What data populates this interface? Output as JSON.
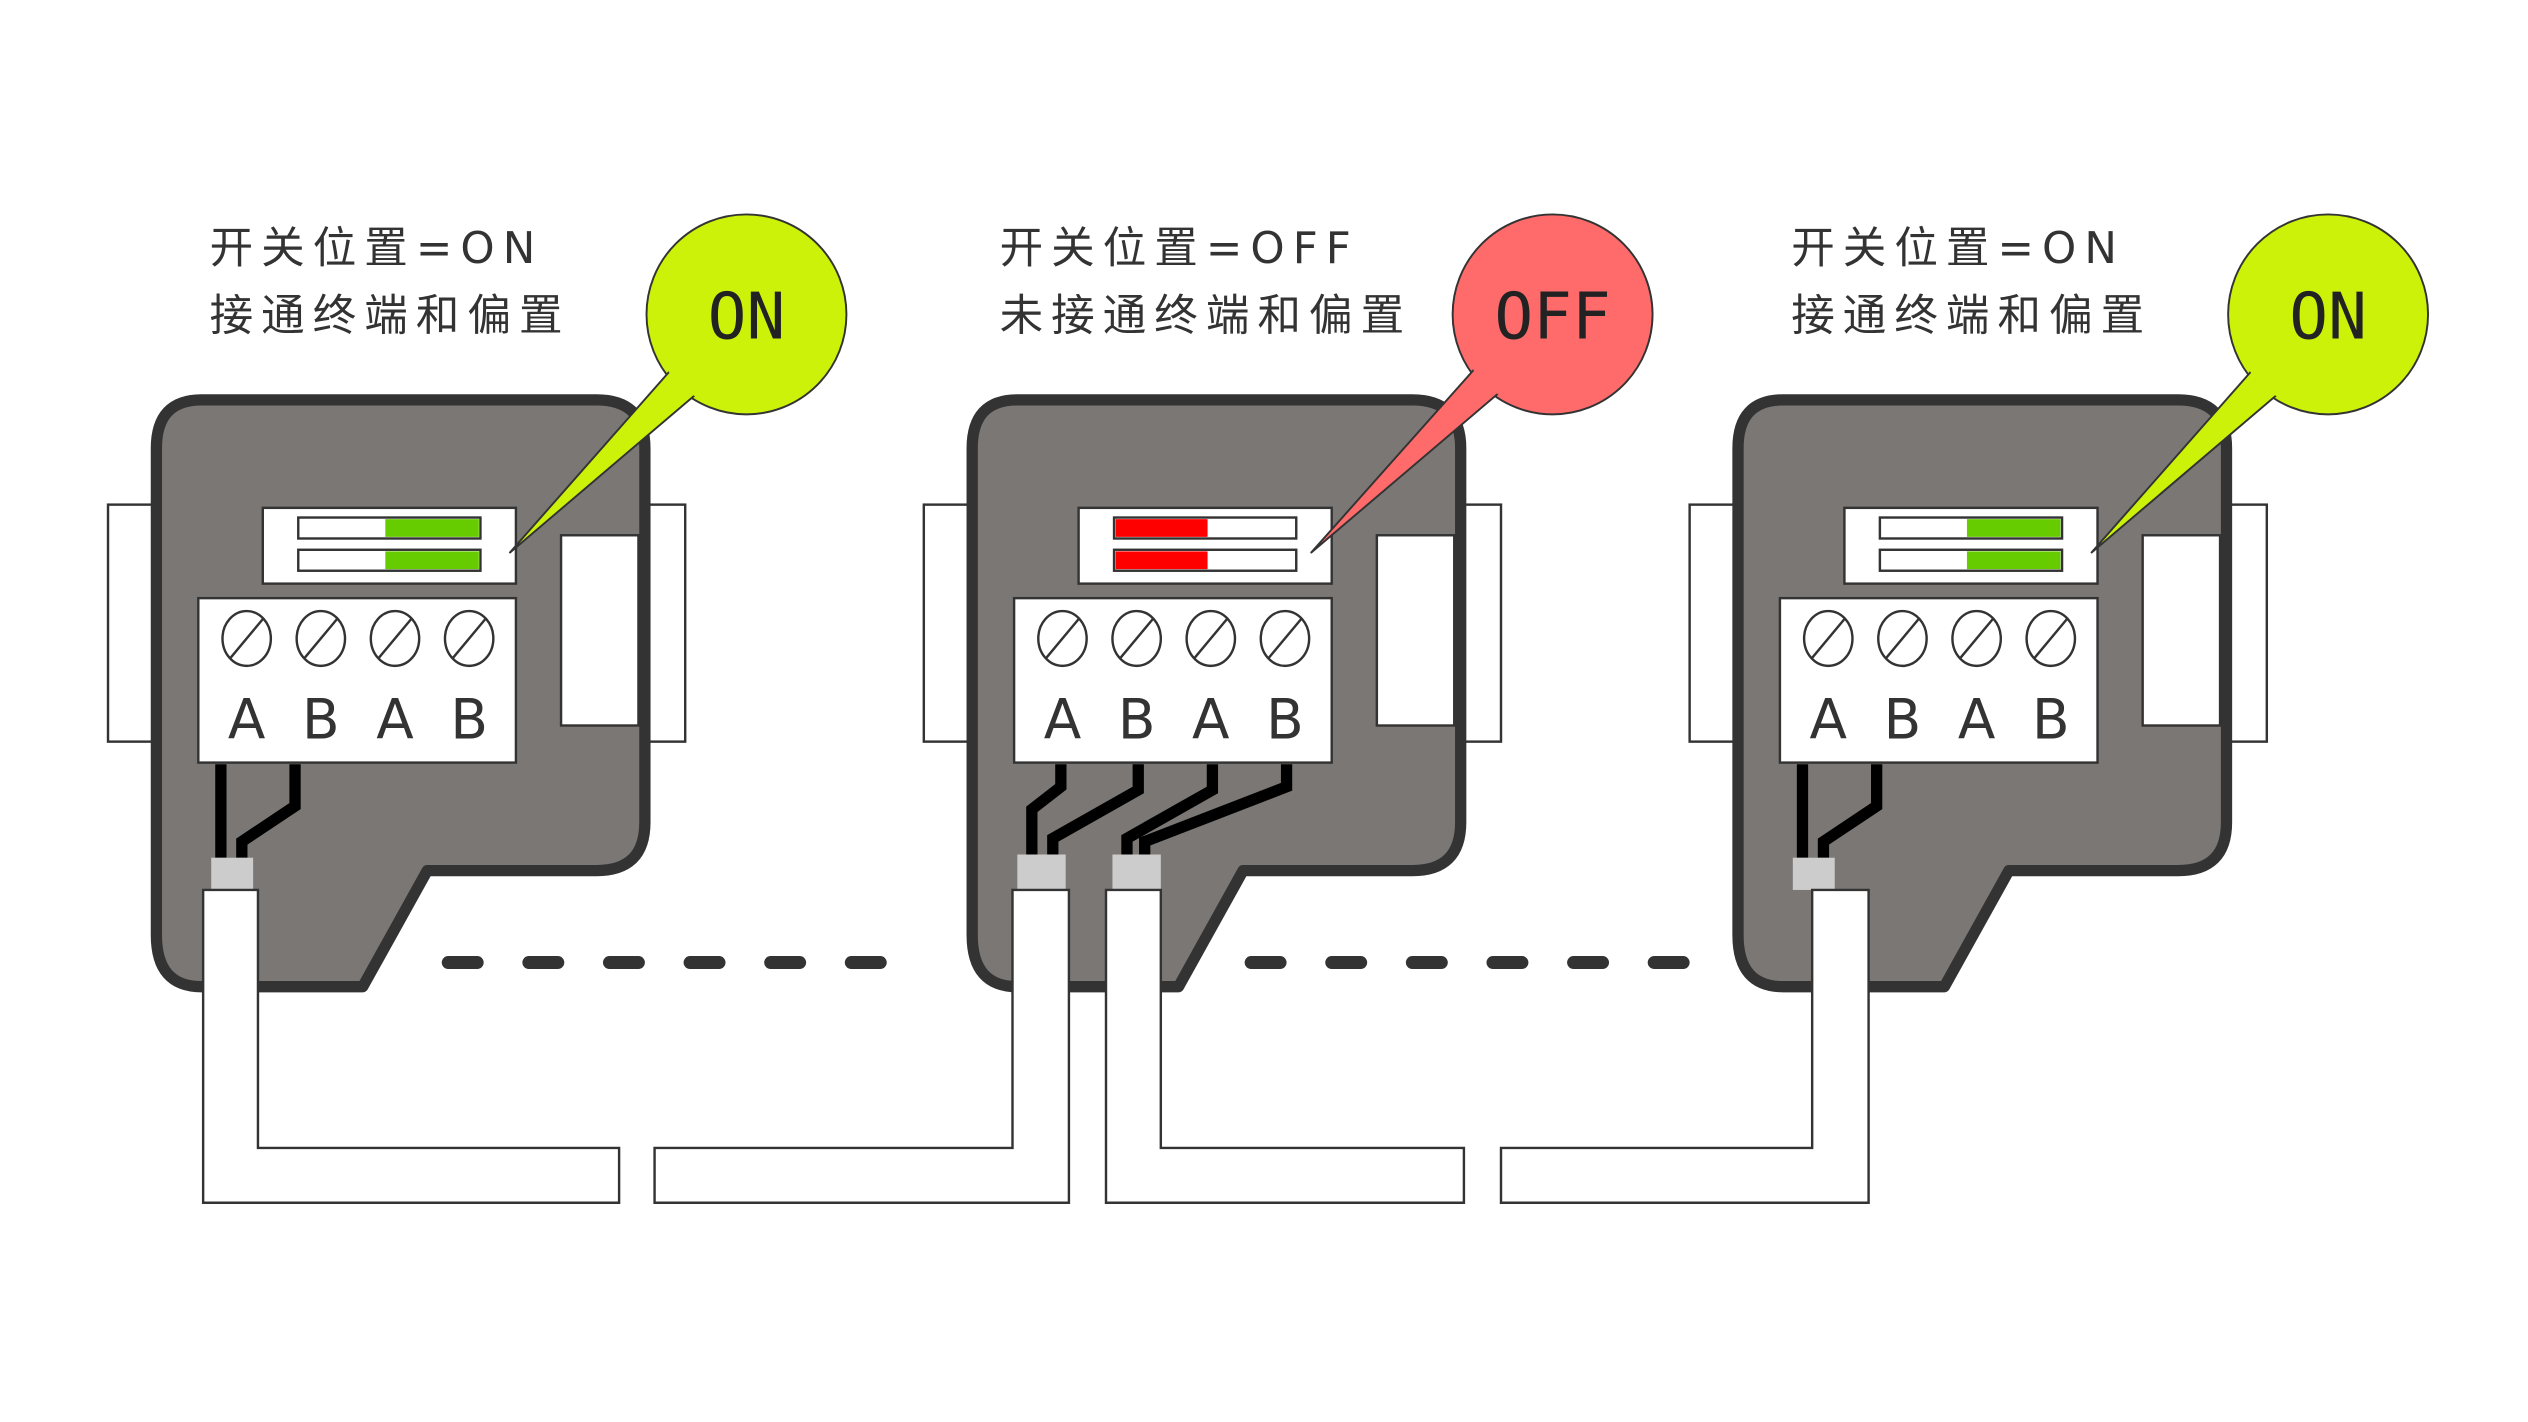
{
  "diagram": {
    "title": "RS485 DP connector termination switch settings",
    "colors": {
      "body_fill": "#7b7774",
      "body_stroke": "#333333",
      "switch_on": "#66cc00",
      "switch_off": "#ff0000",
      "bubble_on": "#ccf20a",
      "bubble_off": "#ff6b6b",
      "plug": "#cccccc",
      "dash": "#333333"
    },
    "devices": [
      {
        "id": "left",
        "state": "on",
        "label_line1": "开关位置=ON",
        "label_line2": "接通终端和偏置",
        "bubble_text": "ON",
        "terminals": [
          "A",
          "B",
          "A",
          "B"
        ],
        "cables": 1
      },
      {
        "id": "middle",
        "state": "off",
        "label_line1": "开关位置=OFF",
        "label_line2": "未接通终端和偏置",
        "bubble_text": "OFF",
        "terminals": [
          "A",
          "B",
          "A",
          "B"
        ],
        "cables": 2
      },
      {
        "id": "right",
        "state": "on",
        "label_line1": "开关位置=ON",
        "label_line2": "接通终端和偏置",
        "bubble_text": "ON",
        "terminals": [
          "A",
          "B",
          "A",
          "B"
        ],
        "cables": 1
      }
    ]
  }
}
